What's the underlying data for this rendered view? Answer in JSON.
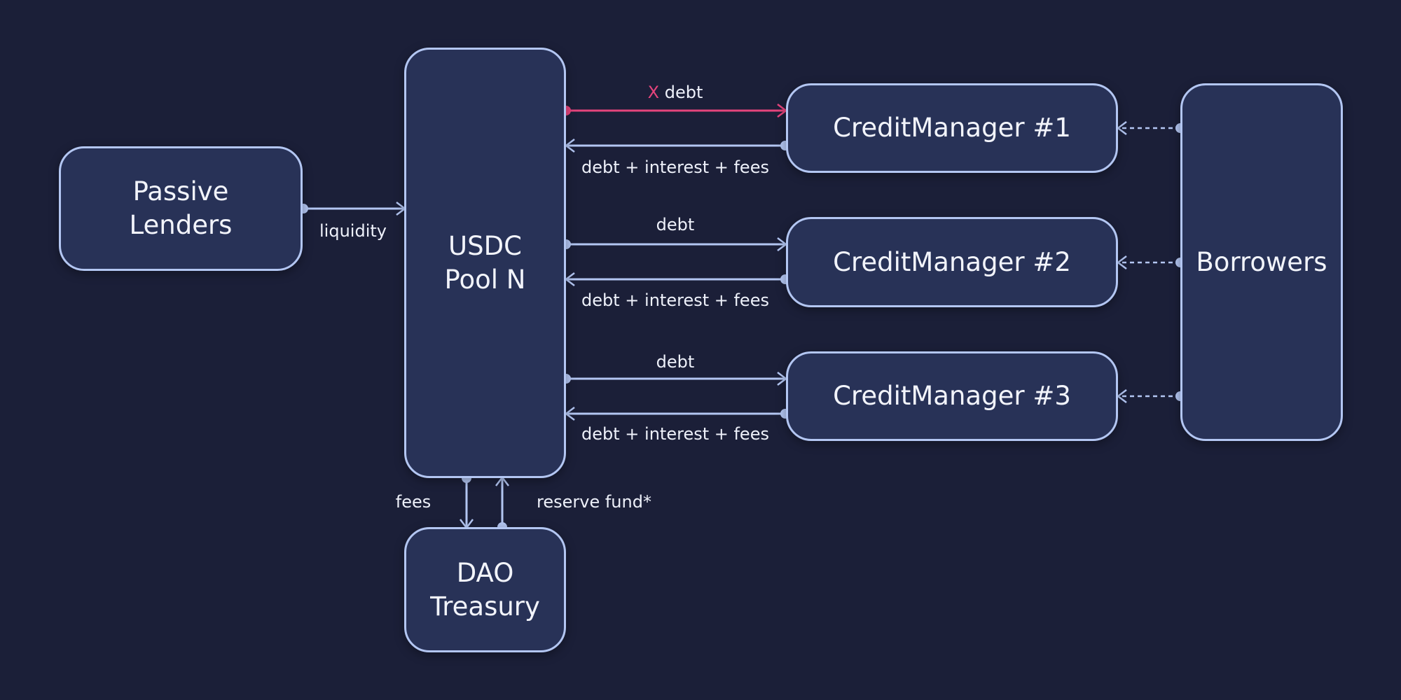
{
  "nodes": {
    "lenders": [
      "Passive",
      "Lenders"
    ],
    "pool": [
      "USDC",
      "Pool N"
    ],
    "treasury": [
      "DAO",
      "Treasury"
    ],
    "cm1": "CreditManager #1",
    "cm2": "CreditManager #2",
    "cm3": "CreditManager #3",
    "borrowers": "Borrowers"
  },
  "edges": {
    "liquidity": "liquidity",
    "cm1_out_mark": "X",
    "cm1_out": "debt",
    "cm1_back": "debt + interest + fees",
    "cm2_out": "debt",
    "cm2_back": "debt + interest + fees",
    "cm3_out": "debt",
    "cm3_back": "debt + interest + fees",
    "fees": "fees",
    "reserve": "reserve fund*"
  },
  "colors": {
    "background": "#1b1f38",
    "node_fill": "#283257",
    "stroke": "#b3c6f2",
    "highlight": "#e5447c"
  }
}
